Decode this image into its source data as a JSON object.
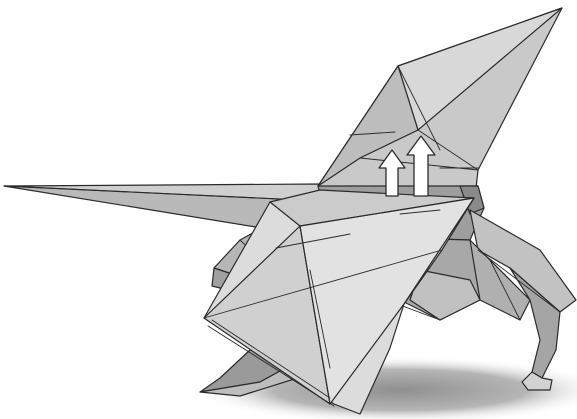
{
  "diagram": {
    "subject": "origami-model-folding-step",
    "arrow_count": 2,
    "arrow_direction": "up",
    "colors": {
      "background": "#ffffff",
      "paper_light": "#d9d9d9",
      "paper_mid": "#c4c4c4",
      "paper_dark": "#a9a9a9",
      "paper_shadow": "#8e8e8e",
      "ground_shadow": "#9a9a9a",
      "outline": "#2b2b2b",
      "arrow_fill": "#ffffff"
    }
  }
}
